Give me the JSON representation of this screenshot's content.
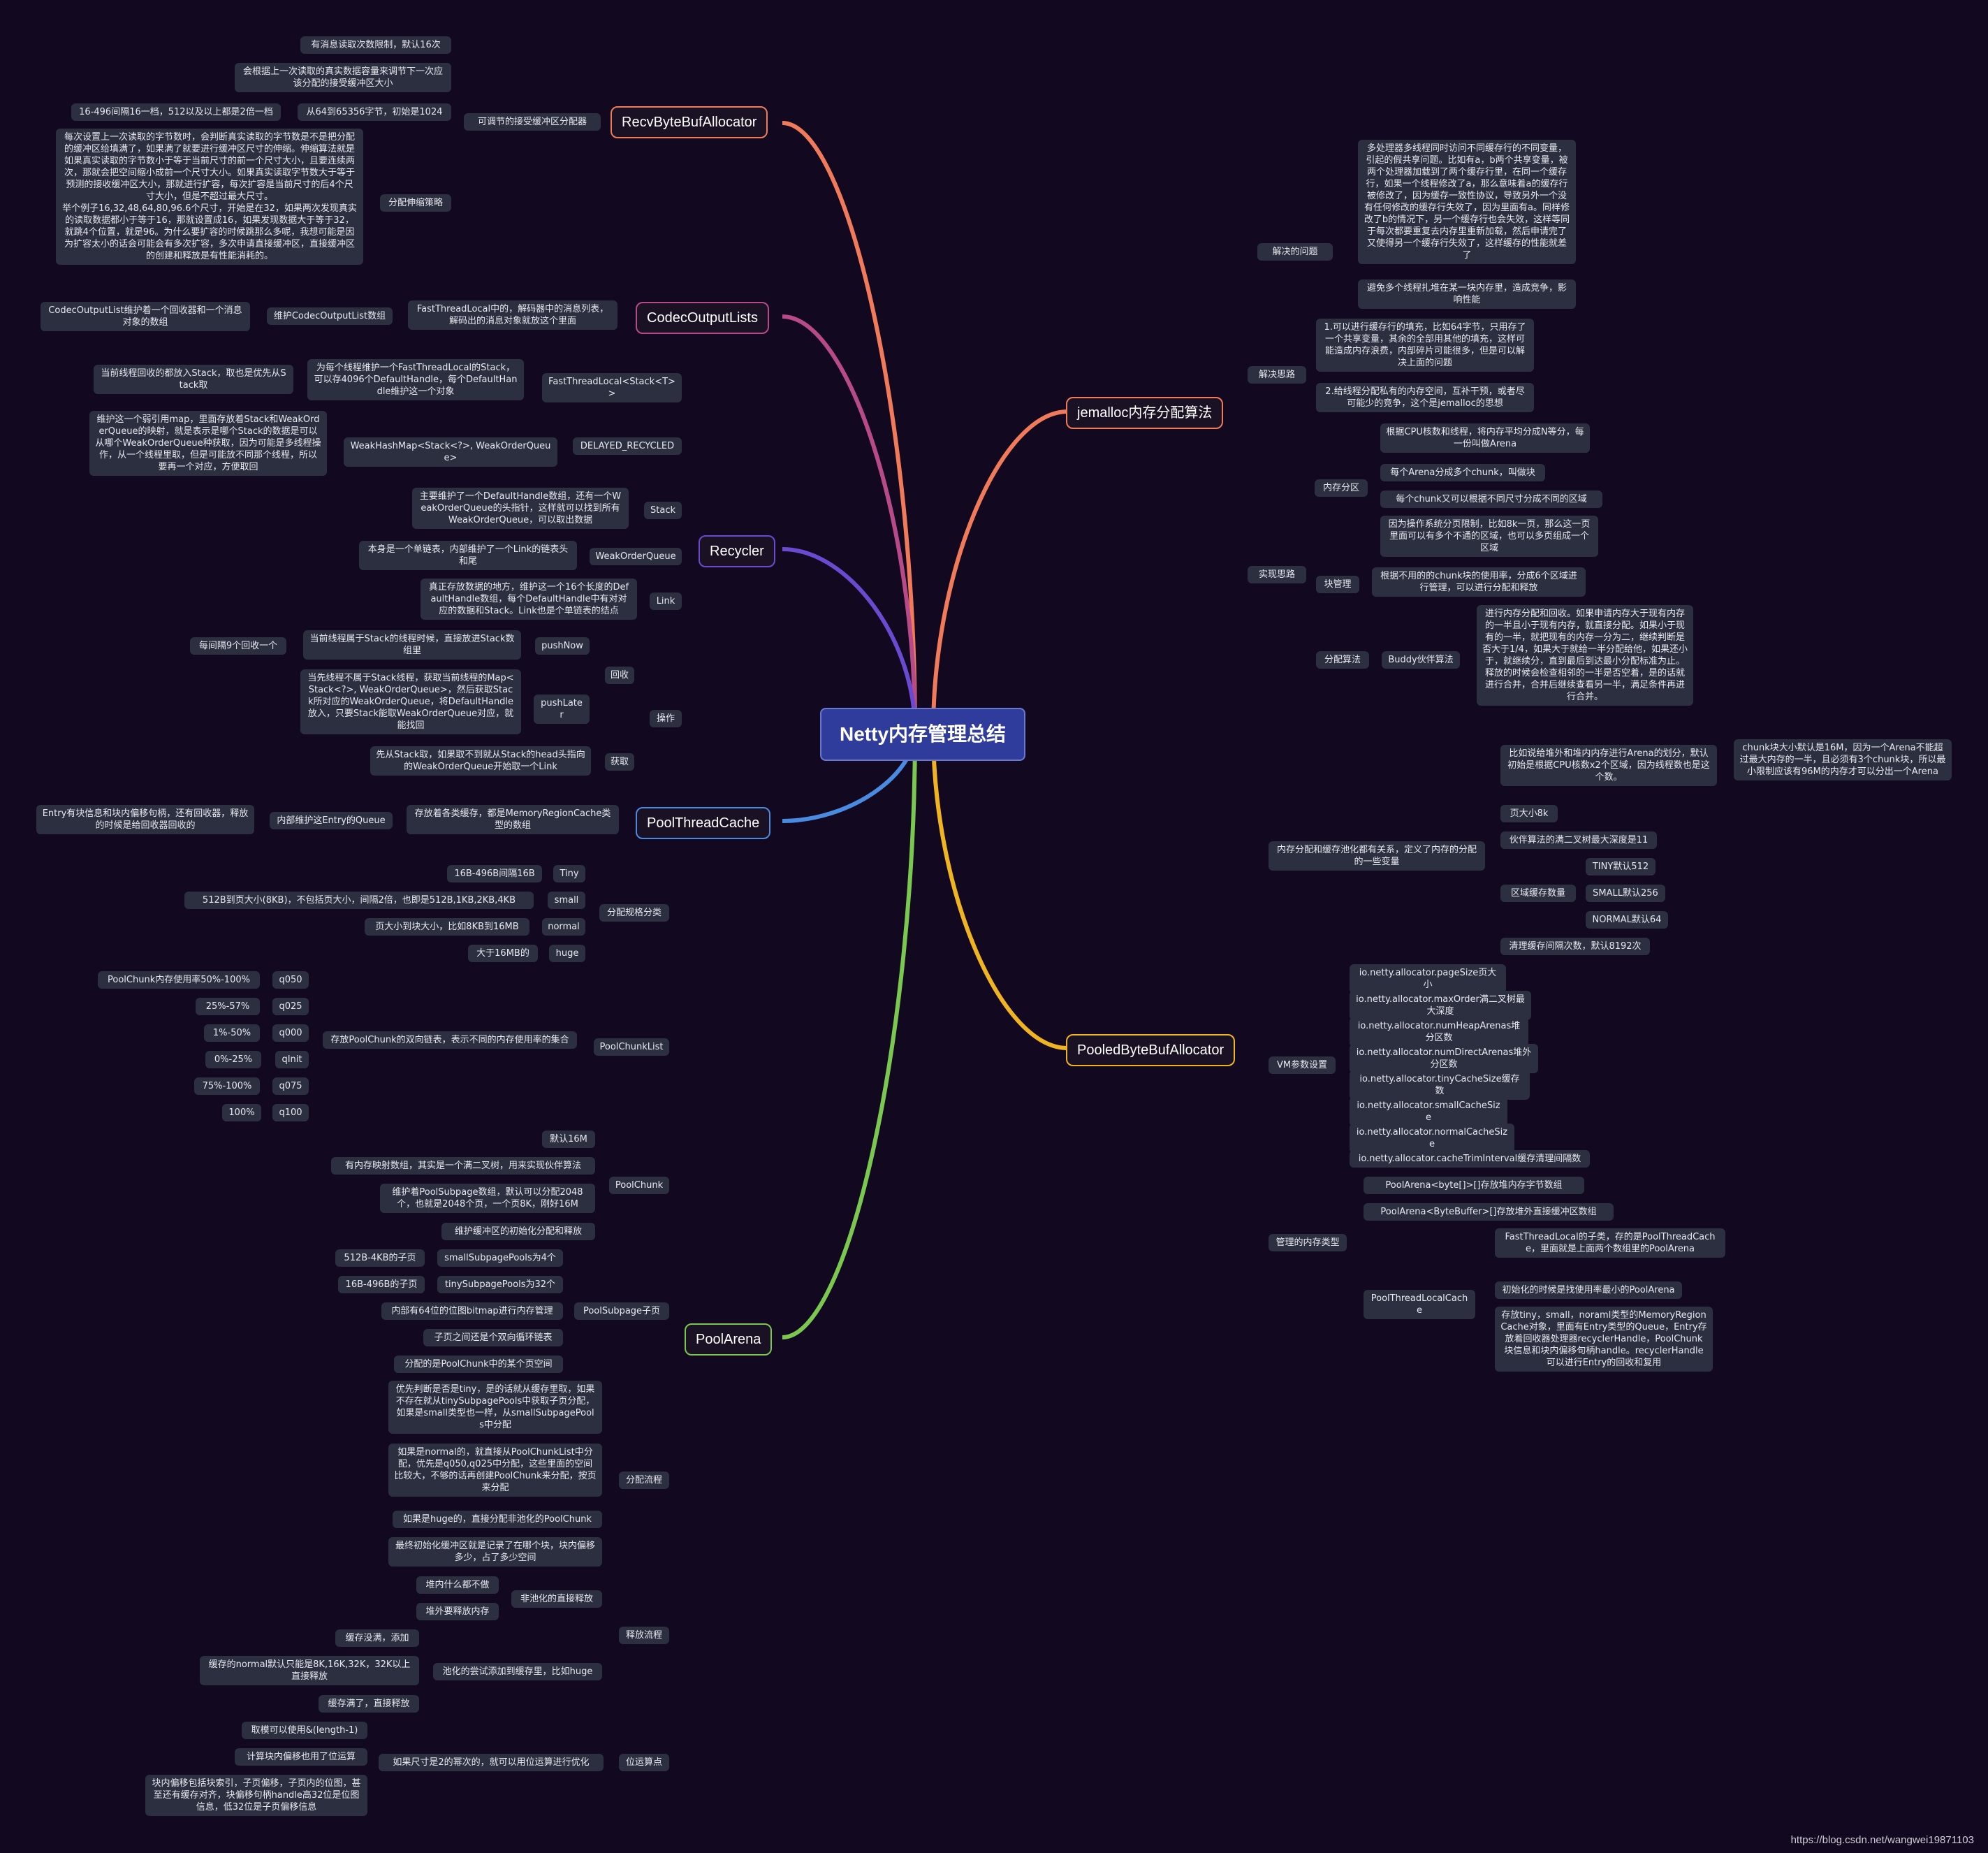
{
  "root": {
    "label": "Netty内存管理总结"
  },
  "branches": [
    {
      "label": "RecvByteBufAllocator",
      "color": "#f07a5a"
    },
    {
      "label": "CodecOutputLists",
      "color": "#b84a8a"
    },
    {
      "label": "Recycler",
      "color": "#6a4ad0"
    },
    {
      "label": "PoolThreadCache",
      "color": "#4a8ae0"
    },
    {
      "label": "PoolArena",
      "color": "#7ac850"
    },
    {
      "label": "jemalloc内存分配算法",
      "color": "#f07a5a"
    },
    {
      "label": "PooledByteBufAllocator",
      "color": "#f0b420"
    }
  ],
  "nodes": {
    "rb1": "可调节的接受缓冲区分配器",
    "rb2": "有消息读取次数限制，默认16次",
    "rb3": "会根据上一次读取的真实数据容量来调节下一次应该分配的接受缓冲区大小",
    "rb4": "从64到65356字节，初始是1024",
    "rb4a": "16-496间隔16一档，512以及以上都是2倍一档",
    "rb5": "分配伸缩策略",
    "rb5a": "每次设置上一次读取的字节数时，会判断真实读取的字节数是不是把分配的缓冲区给填满了，如果满了就要进行缓冲区尺寸的伸缩。伸缩算法就是如果真实读取的字节数小于等于当前尺寸的前一个尺寸大小，且要连续两次，那就会把空间缩小成前一个尺寸大小。如果真实读取字节数大于等于预测的接收缓冲区大小，那就进行扩容，每次扩容是当前尺寸的后4个尺寸大小，但是不超过最大尺寸。\n举个例子16,32,48,64,80,96.6个尺寸，开始是在32，如果两次发现真实的读取数据都小于等于16，那就设置成16，如果发现数据大于等于32，就跳4个位置，就是96。为什么要扩容的时候跳那么多呢，我想可能是因为扩容太小的话会可能会有多次扩容，多次申请直接缓冲区，直接缓冲区的创建和释放是有性能消耗的。",
    "co1": "FastThreadLocal中的，解码器中的消息列表，解码出的消息对象就放这个里面",
    "co2": "维护CodecOutputList数组",
    "co3": "CodecOutputList维护着一个回收器和一个消息对象的数组",
    "re1": "FastThreadLocal<Stack<T>>",
    "re1a": "为每个线程维护一个FastThreadLocal的Stack，可以存4096个DefaultHandle，每个DefaultHandle维护这一个对象",
    "re1b": "当前线程回收的都放入Stack，取也是优先从Stack取",
    "re2": "DELAYED_RECYCLED",
    "re2a": "WeakHashMap<Stack<?>, WeakOrderQueue>",
    "re2b": "维护这一个弱引用map，里面存放着Stack和WeakOrderQueue的映射，就是表示是哪个Stack的数据是可以从哪个WeakOrderQueue种获取，因为可能是多线程操作，从一个线程里取，但是可能放不同那个线程，所以要再一个对应，方便取回",
    "re3": "Stack",
    "re3a": "主要维护了一个DefaultHandle数组，还有一个WeakOrderQueue的头指针，这样就可以找到所有WeakOrderQueue，可以取出数据",
    "re4": "WeakOrderQueue",
    "re4a": "本身是一个单链表，内部维护了一个Link的链表头和尾",
    "re5": "Link",
    "re5a": "真正存放数据的地方，维护这一个16个长度的DefaultHandle数组，每个DefaultHandle中有对对应的数据和Stack。Link也是个单链表的结点",
    "re6": "操作",
    "re6a": "回收",
    "re6b": "pushNow",
    "re6c": "当前线程属于Stack的线程时候，直接放进Stack数组里",
    "re6d": "每间隔9个回收一个",
    "re6e": "pushLater",
    "re6f": "当先线程不属于Stack线程，获取当前线程的Map<Stack<?>, WeakOrderQueue>，然后获取Stack所对应的WeakOrderQueue，将DefaultHandle放入，只要Stack能取WeakOrderQueue对应，就能找回",
    "re6g": "获取",
    "re6h": "先从Stack取，如果取不到就从Stack的head头指向的WeakOrderQueue开始取一个Link",
    "pt1": "存放着各类缓存，都是MemoryRegionCache类型的数组",
    "pt2": "内部维护这Entry的Queue",
    "pt3": "Entry有块信息和块内偏移句柄，还有回收器，释放的时候是给回收器回收的",
    "pa1": "分配规格分类",
    "pa1a": "Tiny",
    "pa1a1": "16B-496B间隔16B",
    "pa1b": "small",
    "pa1b1": "512B到页大小(8KB)，不包括页大小，间隔2倍，也即是512B,1KB,2KB,4KB",
    "pa1c": "normal",
    "pa1c1": "页大小到块大小，比如8KB到16MB",
    "pa1d": "huge",
    "pa1d1": "大于16MB的",
    "pa2": "PoolChunkList",
    "pa2a": "存放PoolChunk的双向链表，表示不同的内存使用率的集合",
    "pa2b": "q050",
    "pa2b1": "PoolChunk内存使用率50%-100%",
    "pa2c": "q025",
    "pa2c1": "25%-57%",
    "pa2d": "q000",
    "pa2d1": "1%-50%",
    "pa2e": "qInit",
    "pa2e1": "0%-25%",
    "pa2f": "q075",
    "pa2f1": "75%-100%",
    "pa2g": "q100",
    "pa2g1": "100%",
    "pa3": "PoolChunk",
    "pa3a": "默认16M",
    "pa3b": "有内存映射数组，其实是一个满二叉树，用来实现伙伴算法",
    "pa3c": "维护着PoolSubpage数组，默认可以分配2048个，也就是2048个页，一个页8K，刚好16M",
    "pa3d": "维护缓冲区的初始化分配和释放",
    "pa4": "PoolSubpage子页",
    "pa4a": "smallSubpagePools为4个",
    "pa4a1": "512B-4KB的子页",
    "pa4b": "tinySubpagePools为32个",
    "pa4b1": "16B-496B的子页",
    "pa4c": "内部有64位的位图bitmap进行内存管理",
    "pa4d": "子页之间还是个双向循环链表",
    "pa4e": "分配的是PoolChunk中的某个页空间",
    "pa5": "分配流程",
    "pa5a": "优先判断是否是tiny，是的话就从缓存里取，如果不存在就从tinySubpagePools中获取子页分配，如果是small类型也一样，从smallSubpagePools中分配",
    "pa5b": "如果是normal的，就直接从PoolChunkList中分配，优先是q050,q025中分配，这些里面的空间比较大，不够的话再创建PoolChunk来分配，按页来分配",
    "pa5c": "如果是huge的，直接分配非池化的PoolChunk",
    "pa5d": "最终初始化缓冲区就是记录了在哪个块，块内偏移多少，占了多少空间",
    "pa6": "释放流程",
    "pa6a": "非池化的直接释放",
    "pa6a1": "堆内什么都不做",
    "pa6a2": "堆外要释放内存",
    "pa6b": "池化的尝试添加到缓存里，比如huge",
    "pa6b1": "缓存没满，添加",
    "pa6b2": "缓存的normal默认只能是8K,16K,32K，32K以上直接释放",
    "pa6b3": "缓存满了，直接释放",
    "pa7": "位运算点",
    "pa7a": "如果尺寸是2的幂次的，就可以用位运算进行优化",
    "pa7a1": "取模可以使用&(length-1)",
    "pa7a2": "计算块内偏移也用了位运算",
    "pa7a3": "块内偏移包括块索引，子页偏移，子页内的位图，甚至还有缓存对齐，块偏移句柄handle高32位是位图信息，低32位是子页偏移信息",
    "je1": "解决的问题",
    "je1a": "多处理器多线程同时访问不同缓存行的不同变量，引起的假共享问题。比如有a，b两个共享变量，被两个处理器加载到了两个缓存行里，在同一个缓存行，如果一个线程修改了a，那么意味着a的缓存行被修改了，因为缓存一致性协议，导致另外一个没有任何修改的缓存行失效了，因为里面有a。同样修改了b的情况下，另一个缓存行也会失效，这样等同于每次都要重复去内存里重新加载，然后申请完了又使得另一个缓存行失效了，这样缓存的性能就差了",
    "je1b": "避免多个线程扎堆在某一块内存里，造成竞争，影响性能",
    "je2": "解决思路",
    "je2a": "1.可以进行缓存行的填充，比如64字节，只用存了一个共享变量，其余的全部用其他的填充，这样可能造成内存浪费，内部碎片可能很多，但是可以解决上面的问题",
    "je2b": "2.给线程分配私有的内存空间，互补干预，或者尽可能少的竞争，这个是jemalloc的思想",
    "je3": "实现思路",
    "je3a": "内存分区",
    "je3a1": "根据CPU核数和线程，将内存平均分成N等分，每一份叫做Arena",
    "je3a2": "每个Arena分成多个chunk，叫做块",
    "je3a3": "每个chunk又可以根据不同尺寸分成不同的区域",
    "je3a4": "因为操作系统分页限制，比如8k一页，那么这一页里面可以有多个不通的区域，也可以多页组成一个区域",
    "je3b": "块管理",
    "je3b1": "根据不用的的chunk块的使用率，分成6个区域进行管理，可以进行分配和释放",
    "je3c": "分配算法",
    "je3c1": "Buddy伙伴算法",
    "je3c2": "进行内存分配和回收。如果申请内存大于现有内存的一半且小于现有内存，就直接分配。如果小于现有的一半，就把现有的内存一分为二，继续判断是否大于1/4，如果大于就给一半分配给他，如果还小于，就继续分，直到最后到达最小分配标准为止。释放的时候会检查相邻的一半是否空着，是的话就进行合并，合并后继续查看另一半，满足条件再进行合并。",
    "po1": "内存分配和缓存池化都有关系，定义了内存的分配的一些变量",
    "po1a": "比如说给堆外和堆内内存进行Arena的划分，默认初始是根据CPU核数x2个区域，因为线程数也是这个数。",
    "po1a1": "chunk块大小默认是16M，因为一个Arena不能超过最大内存的一半，且必须有3个chunk块，所以最小限制应该有96M的内存才可以分出一个Arena",
    "po1b": "页大小8k",
    "po1c": "伙伴算法的满二叉树最大深度是11",
    "po1d": "区域缓存数量",
    "po1d1": "TINY默认512",
    "po1d2": "SMALL默认256",
    "po1d3": "NORMAL默认64",
    "po1e": "清理缓存间隔次数，默认8192次",
    "po2": "VM参数设置",
    "po2a": "io.netty.allocator.pageSize页大小",
    "po2b": "io.netty.allocator.maxOrder满二叉树最大深度",
    "po2c": "io.netty.allocator.numHeapArenas堆分区数",
    "po2d": "io.netty.allocator.numDirectArenas堆外分区数",
    "po2e": "io.netty.allocator.tinyCacheSize缓存数",
    "po2f": "io.netty.allocator.smallCacheSize",
    "po2g": "io.netty.allocator.normalCacheSize",
    "po2h": "io.netty.allocator.cacheTrimInterval缓存清理间隔数",
    "po3": "管理的内存类型",
    "po3a": "PoolArena<byte[]>[]存放堆内存字节数组",
    "po3b": "PoolArena<ByteBuffer>[]存放堆外直接缓冲区数组",
    "po3c": "PoolThreadLocalCache",
    "po3c1": "FastThreadLocal的子类，存的是PoolThreadCache，里面就是上面两个数组里的PoolArena",
    "po3c2": "初始化的时候是找使用率最小的PoolArena",
    "po3c3": "存放tiny，small，noraml类型的MemoryRegionCache对象，里面有Entry类型的Queue，Entry存放着回收器处理器recyclerHandle，PoolChunk块信息和块内偏移句柄handle。recyclerHandle可以进行Entry的回收和复用"
  },
  "watermark": "https://blog.csdn.net/wangwei19871103"
}
